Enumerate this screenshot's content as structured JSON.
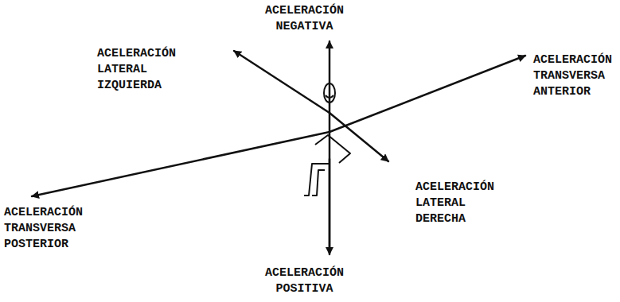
{
  "diagram": {
    "labels": [
      "ACELERACIÓN NEGATIVA",
      "ACELERACIÓN LATERAL IZQUIERDA",
      "ACELERACIÓN TRANSVERSA ANTERIOR",
      "ACELERACIÓN TRANSVERSA POSTERIOR",
      "ACELERACIÓN LATERAL DERECHA",
      "ACELERACIÓN POSITIVA"
    ]
  }
}
